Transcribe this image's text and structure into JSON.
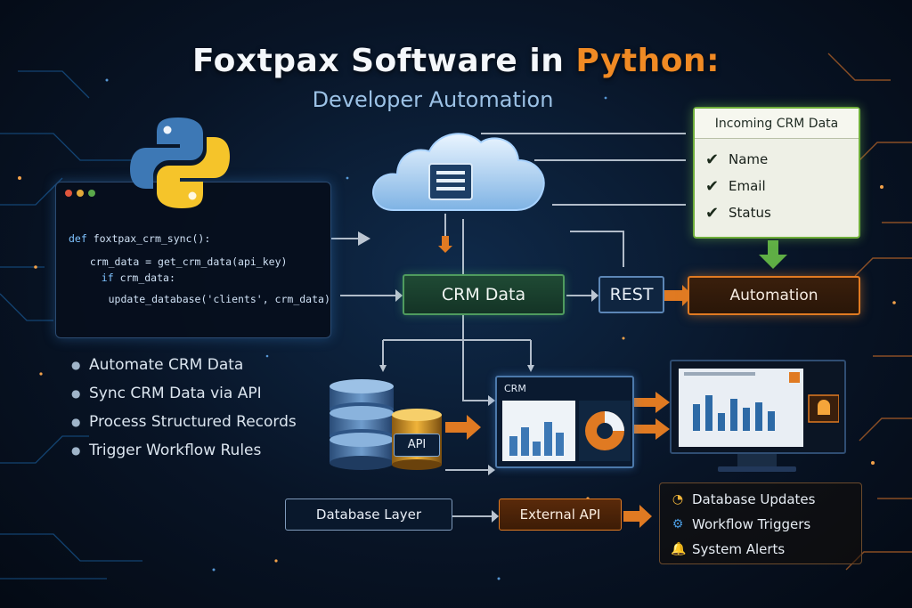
{
  "title": {
    "part1": "Foxtpax Software in ",
    "accent": "Python:"
  },
  "subtitle": "Developer Automation",
  "code": {
    "lines": [
      {
        "indent": "",
        "keyword": "def ",
        "text": "foxtpax_crm_sync():"
      },
      {
        "indent": "  ",
        "keyword": "",
        "text": "crm_data = get_crm_data(api_key)"
      },
      {
        "indent": "   ",
        "keyword": "if ",
        "text": "crm_data:"
      },
      {
        "indent": "     ",
        "keyword": "",
        "text": "update_database('clients', crm_data)"
      }
    ]
  },
  "incoming": {
    "title": "Incoming CRM Data",
    "items": [
      "Name",
      "Email",
      "Status"
    ],
    "check_icon": "✔"
  },
  "flow": {
    "crm": "CRM Data",
    "rest": "REST",
    "automation": "Automation"
  },
  "bullets": [
    "Automate  CRM Data",
    "Sync CRM Data via API",
    "Process Structured Records",
    "Trigger Workflow Rules"
  ],
  "api_label": "API",
  "crm_screen_label": "CRM",
  "db_layer": "Database Layer",
  "external_api": "External API",
  "events": [
    {
      "icon": "gauge-icon",
      "glyph": "◔",
      "label": "Database Updates"
    },
    {
      "icon": "gear-icon",
      "glyph": "⚙",
      "label": "Workflow Triggers"
    },
    {
      "icon": "bell-icon",
      "glyph": "🔔",
      "label": "System Alerts"
    }
  ],
  "colors": {
    "accent_orange": "#f08a24",
    "python_blue": "#3d78b5",
    "python_yellow": "#f5c42a",
    "green_accent": "#4f9b5e",
    "panel_blue": "#4c79ab"
  }
}
